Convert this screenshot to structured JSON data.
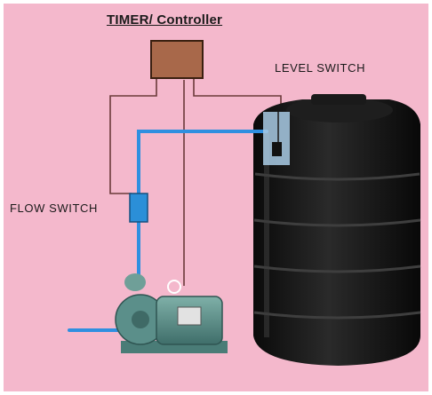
{
  "labels": {
    "timer_controller": "TIMER/ Controller",
    "level_switch": "LEVEL SWITCH",
    "flow_switch": "FLOW SWITCH"
  },
  "colors": {
    "background": "#f4b8cc",
    "wire": "#6b3a3a",
    "water_pipe": "#2f8fe0",
    "controller_box": "#a8684a",
    "tank": "#141414",
    "pump": "#5b8f8a",
    "flow_switch": "#2b8fd8"
  }
}
